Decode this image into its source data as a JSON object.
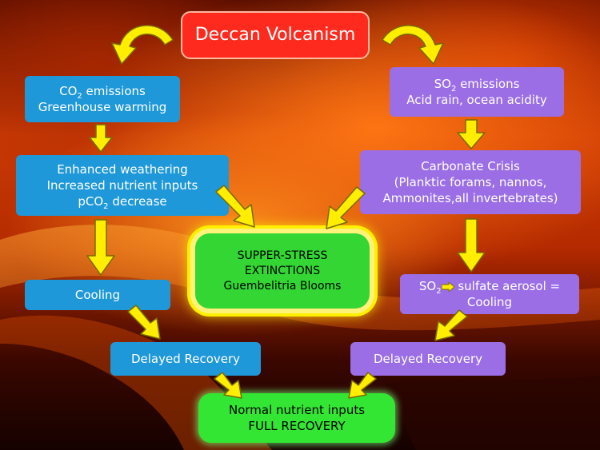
{
  "title": "Deccan Volcanism",
  "left": {
    "co2": {
      "line1_pre": "CO",
      "line1_sub": "2",
      "line1_post": " emissions",
      "line2": "Greenhouse warming"
    },
    "weathering": {
      "line1": "Enhanced weathering",
      "line2": "Increased nutrient inputs",
      "line3_pre": "pCO",
      "line3_sub": "2",
      "line3_post": " decrease"
    },
    "cooling": "Cooling",
    "recovery": "Delayed Recovery"
  },
  "right": {
    "so2": {
      "line1_pre": "SO",
      "line1_sub": "2",
      "line1_post": " emissions",
      "line2": "Acid rain, ocean acidity"
    },
    "carbonate": {
      "line1": "Carbonate Crisis",
      "line2": "(Planktic forams, nannos,",
      "line3": "Ammonites,all invertebrates)"
    },
    "aerosol": {
      "line1_pre": "SO",
      "line1_sub": "2",
      "line1_post": " sulfate aerosol =",
      "line2": "Cooling"
    },
    "recovery": "Delayed Recovery"
  },
  "center": {
    "line1": "SUPPER-STRESS",
    "line2": "EXTINCTIONS",
    "line3": "Guembelitria Blooms"
  },
  "bottom": {
    "line1": "Normal nutrient inputs",
    "line2": "FULL RECOVERY"
  },
  "colors": {
    "blue_box": "#1e98d8",
    "purple_box": "#9b6ee6",
    "title_box": "#ff2a1e",
    "center_box": "#33d633",
    "center_glow": "#ffef00",
    "arrow_fill": "#ffee00",
    "arrow_stroke": "#7a6a00"
  }
}
